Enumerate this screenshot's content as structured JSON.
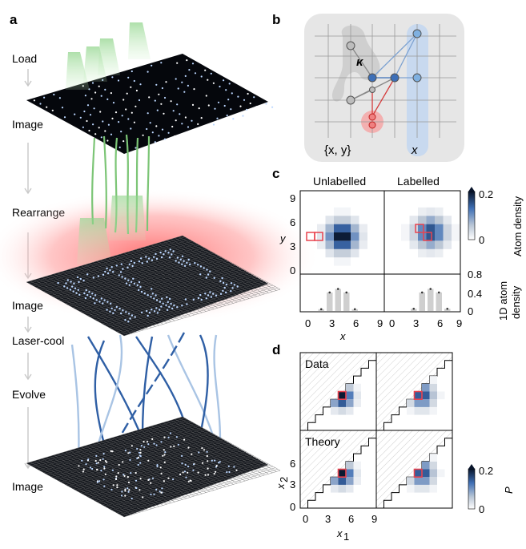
{
  "panels": {
    "a": "a",
    "b": "b",
    "c": "c",
    "d": "d"
  },
  "stages": [
    "Load",
    "Image",
    "Rearrange",
    "Image",
    "Laser-cool",
    "Evolve",
    "Image"
  ],
  "panel_b": {
    "kappa": "κ",
    "set_label": "{x, y}",
    "x_label": "x"
  },
  "panel_c": {
    "titles": [
      "Unlabelled",
      "Labelled"
    ],
    "colorbar_label": "Atom density",
    "colorbar_ticks": [
      "0.2",
      "0"
    ],
    "hist_ylabel_line1": "1D atom",
    "hist_ylabel_line2": "density",
    "hist_yticks": [
      "0.8",
      "0.4",
      "0"
    ],
    "ylabel": "y",
    "yticks": [
      "9",
      "6",
      "3",
      "0"
    ],
    "xticks": [
      "0",
      "3",
      "6",
      "9"
    ],
    "xlabel": "x"
  },
  "panel_d": {
    "row_labels": [
      "Data",
      "Theory"
    ],
    "colorbar_label": "P",
    "colorbar_ticks": [
      "0.2",
      "0"
    ],
    "ylabel": "x",
    "ylabel_sub": "2",
    "xlabel": "x",
    "xlabel_sub": "1",
    "yticks": [
      "6",
      "3",
      "0"
    ],
    "xticks": [
      "0",
      "3",
      "6",
      "9"
    ]
  },
  "colors": {
    "green": "#7cc576",
    "red_glow": "#ff6b6b",
    "dark_blue": "#2f5fa5",
    "light_blue": "#a9c4e4",
    "grey_bg": "#e6e6e6",
    "highlight_red": "#e8434f"
  },
  "chart_data": [
    {
      "type": "bar",
      "categories": [
        "0",
        "1",
        "2",
        "3",
        "4",
        "5",
        "6",
        "7",
        "8",
        "9"
      ],
      "series": [
        {
          "values": [
            0,
            0,
            0.04,
            0.42,
            0.5,
            0.42,
            0.04,
            0,
            0,
            0
          ]
        }
      ],
      "ylim": [
        0,
        0.8
      ]
    },
    {
      "type": "bar",
      "categories": [
        "0",
        "1",
        "2",
        "3",
        "4",
        "5",
        "6",
        "7",
        "8",
        "9"
      ],
      "series": [
        {
          "values": [
            0,
            0,
            0,
            0.05,
            0.42,
            0.5,
            0.42,
            0.05,
            0,
            0
          ]
        }
      ],
      "ylim": [
        0,
        0.8
      ]
    }
  ]
}
